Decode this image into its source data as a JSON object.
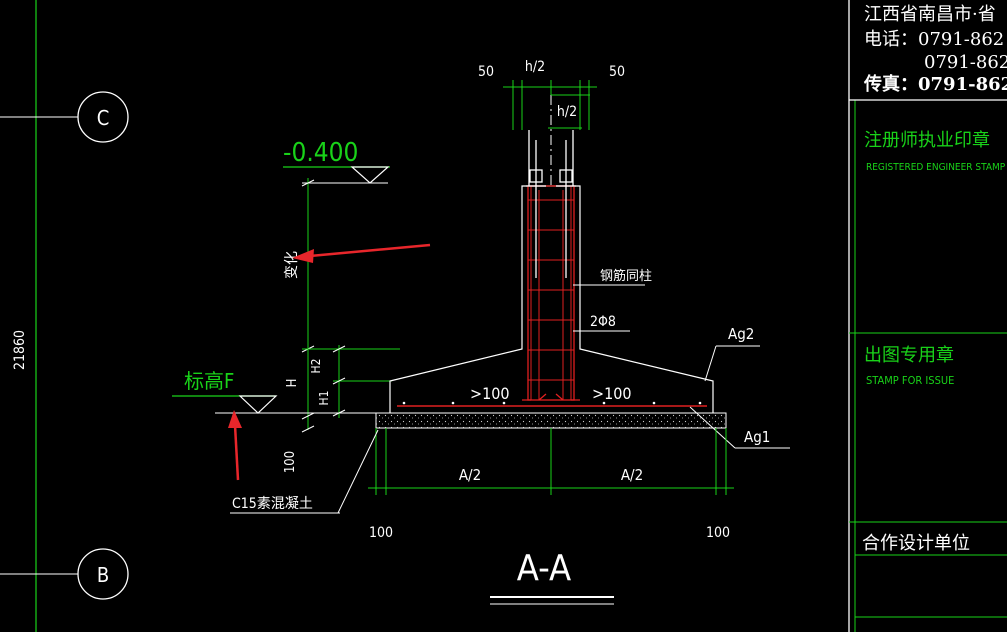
{
  "drawing": {
    "grid_c": "C",
    "grid_b": "B",
    "dim_vertical_total": "21860",
    "elev_top": "-0.400",
    "depth_label": "变化",
    "elev_f": "标高F",
    "dim_50_left": "50",
    "dim_h2_top": "h/2",
    "dim_50_right": "50",
    "dim_h2_inner": "h/2",
    "rebar_column": "钢筋同柱",
    "stirrup": "2Φ8",
    "ag2": "Ag2",
    "ag1": "Ag1",
    "gt100_left": ">100",
    "gt100_right": ">100",
    "dim_H": "H",
    "dim_H2": "H2",
    "dim_H1": "H1",
    "dim_100_vert": "100",
    "dim_a2_left": "A/2",
    "dim_a2_right": "A/2",
    "concrete_label": "C15素混凝土",
    "dim_100_left": "100",
    "dim_100_right": "100",
    "section_title": "A-A"
  },
  "title_block": {
    "address": "江西省南昌市·省",
    "phone": "电话：0791-862",
    "phone2": "0791-862",
    "fax": "传真：0791-862",
    "engineer_stamp_cn": "注册师执业印章",
    "engineer_stamp_en": "REGISTERED ENGINEER STAMP",
    "issue_stamp_cn": "出图专用章",
    "issue_stamp_en": "STAMP FOR ISSUE",
    "partner_cn": "合作设计单位"
  },
  "colors": {
    "background": "#000000",
    "cad_green": "#19d219",
    "cad_white": "#ffffff",
    "rebar_red": "#e02020",
    "annotation_arrow": "#e8262b"
  }
}
